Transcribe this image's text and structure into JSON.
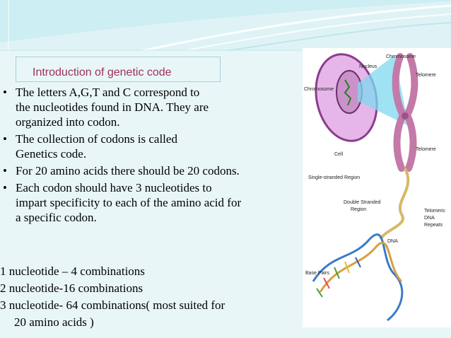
{
  "slide": {
    "title": "Introduction of genetic code",
    "bullets": [
      {
        "marker": "•",
        "lines": [
          "The letters A,G,T and C correspond to",
          "the nucleotides found in DNA. They are",
          "organized into codon."
        ]
      },
      {
        "marker": "•",
        "lines": [
          "The collection of codons is called",
          "Genetics code."
        ]
      },
      {
        "marker": "•",
        "lines": [
          "For 20 amino acids there should be 20 codons."
        ]
      },
      {
        "marker": "•",
        "lines": [
          "Each codon should have 3 nucleotides to",
          "impart specificity to each of the amino acid for",
          "a  specific codon."
        ]
      }
    ],
    "combinations": [
      "1 nucleotide – 4 combinations",
      "2 nucleotide-16 combinations",
      "3 nucleotide- 64 combinations( most suited for",
      "20 amino acids )"
    ]
  },
  "figure": {
    "labels": {
      "chromosome_top": "Chromosome",
      "nucleus": "Nucleus",
      "telomere_top": "Telomere",
      "chromosome_left": "Chromosome",
      "cell": "Cell",
      "telomere_mid": "Telomere",
      "single_stranded": "Single-stranded Region",
      "double_stranded_1": "Double Stranded",
      "double_stranded_2": "Region",
      "telomeric_1": "Telomeric",
      "telomeric_2": "DNA",
      "telomeric_3": "Repeats",
      "dna": "DNA",
      "base_pairs": "Base Pairs"
    }
  },
  "colors": {
    "title": "#a0305a",
    "background": "#e8f6f8",
    "header_wave": "#bfe6ec"
  }
}
